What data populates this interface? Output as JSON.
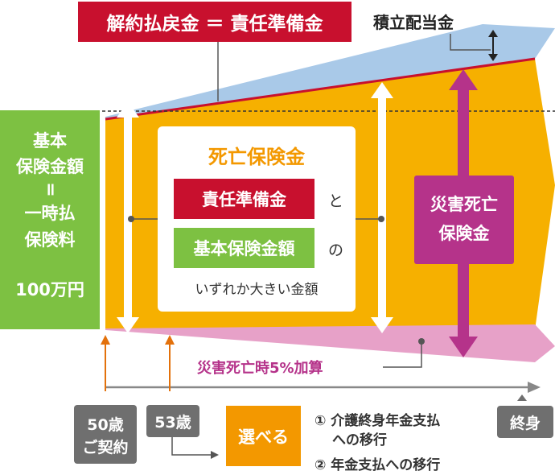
{
  "title_box": {
    "text": "解約払戻金 ＝ 責任準備金",
    "color": "#c8102e"
  },
  "top_right_label": "積立配当金",
  "left_panel": {
    "lines": [
      "基本",
      "保険金額",
      "॥",
      "一時払",
      "保険料"
    ],
    "amount": "100万円",
    "color": "#7dc142"
  },
  "death_box": {
    "title": "死亡保険金",
    "option1": "責任準備金",
    "option1_suffix": "と",
    "option2": "基本保険金額",
    "option2_suffix": "の",
    "caption": "いずれか大きい金額"
  },
  "disaster_box": {
    "lines": [
      "災害死亡",
      "保険金"
    ],
    "color": "#b5338a"
  },
  "disaster_add_label": "災害死亡時5%加算",
  "timeline": {
    "start_label": [
      "50歳",
      "ご契約"
    ],
    "age53_label": "53歳",
    "choose_label": "選べる",
    "options": [
      "① 介護終身年金支払",
      "への移行",
      "② 年金支払への移行"
    ],
    "end_label": "終身"
  },
  "colors": {
    "orange": "#f6b000",
    "blue": "#a9c9e8",
    "pink": "#e7a1c8",
    "red_line": "#c8102e",
    "gray": "#6f6f6f",
    "choose_orange": "#f39800"
  }
}
